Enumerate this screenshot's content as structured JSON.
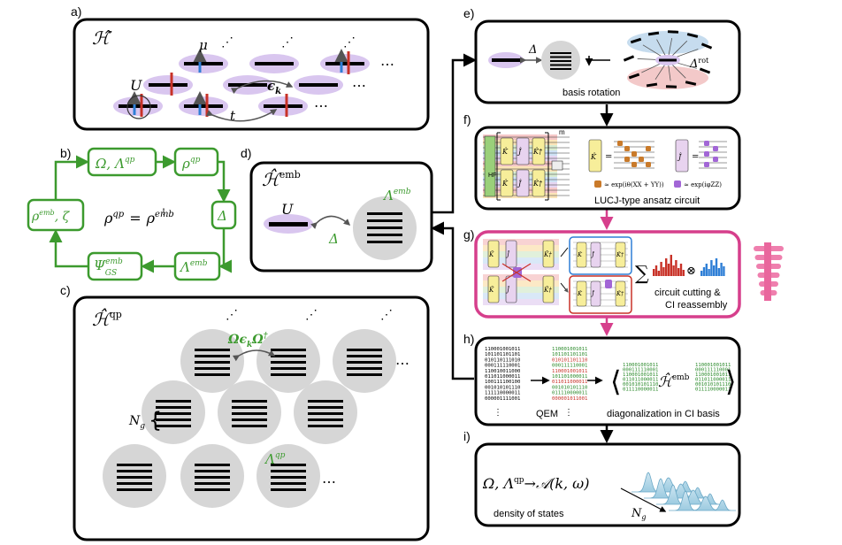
{
  "panels": {
    "a": {
      "tag": "a)",
      "title": "ℋ̂",
      "mu": "μ",
      "U": "U",
      "eps": "ϵ",
      "eps_sub": "k",
      "t": "t"
    },
    "b": {
      "tag": "b)",
      "top_left": "Ω, Λ",
      "top_left_sup": "qp",
      "top_right": "ρ",
      "top_right_sup": "qp",
      "right": "Δ",
      "bottom_right": "Λ",
      "bottom_right_sup": "emb",
      "bottom_left": "Ψ",
      "bottom_left_sup": "emb",
      "bottom_left_sub": "GS",
      "left": "ρ",
      "left_sup": "emb",
      "left_tail": ", ζ",
      "center_lhs": "ρ",
      "center_lhs_sup": "qp",
      "center_eq": "=",
      "center_rhs": "ρ",
      "center_rhs_sup": "emb"
    },
    "c": {
      "tag": "c)",
      "title": "ℋ̂",
      "title_sup": "qp",
      "hop": "Ωϵ",
      "hop_sub": "k",
      "hop_tail": "Ω",
      "hop_dag": "†",
      "ng": "N",
      "ng_sub": "g",
      "lam": "Λ",
      "lam_sup": "qp"
    },
    "d": {
      "tag": "d)",
      "title": "ℋ̂",
      "title_sup": "emb",
      "U": "U",
      "delta": "Δ",
      "lam": "Λ",
      "lam_sup": "emb"
    },
    "e": {
      "tag": "e)",
      "delta": "Δ",
      "delta_rot": "Δ",
      "rot_sub": "rot",
      "caption": "basis rotation"
    },
    "f": {
      "tag": "f)",
      "caption": "LUCJ-type ansatz circuit",
      "hf": "HF",
      "m": "m",
      "k": "K̂",
      "j": "Ĵ",
      "kdag": "K̂†",
      "eq1": "≈ exp(iθ(XX + YY))",
      "eq2": "≈ exp(iφZZ)"
    },
    "g": {
      "tag": "g)",
      "caption1": "circuit cutting &",
      "caption2": "CI reassembly",
      "sum": "∑",
      "otimes": "⊗"
    },
    "h": {
      "tag": "h)",
      "qem": "QEM",
      "caption": "diagonalization in CI basis",
      "ham": "ℋ̂",
      "ham_sup": "emb",
      "bits_left": [
        "110001001011",
        "101101101101",
        "010110111010",
        "000111110001",
        "110010011000",
        "011011000011",
        "100111100100",
        "001010101110",
        "111110000011",
        "000001111001"
      ],
      "bits_right": [
        "110001001011",
        "101101101101",
        "010101101110",
        "000111110001",
        "110001001011",
        "101101000011",
        "011011000011",
        "001010101110",
        "011110000011",
        "000001011001"
      ],
      "bits_bra": [
        "110001001011",
        "000111110001",
        "110001001011",
        "011011000011",
        "001010101110",
        "011110000011"
      ],
      "bits_ket": [
        "110001001011",
        "000111110001",
        "110001001011",
        "011011000011",
        "001010101110",
        "011110000011"
      ]
    },
    "i": {
      "tag": "i)",
      "lhs": "Ω, Λ",
      "lhs_sup": "qp",
      "arrow": "→",
      "rhs": "𝒜(k, ω)",
      "caption": "density of states",
      "ng": "N",
      "ng_sub": "g"
    }
  },
  "colors": {
    "green": "#3c9a2e",
    "pink": "#d63f8c",
    "purple": "#d9c6ef",
    "blue": "#2f7fd6",
    "red": "#c83228",
    "gray": "#d6d6d6"
  }
}
